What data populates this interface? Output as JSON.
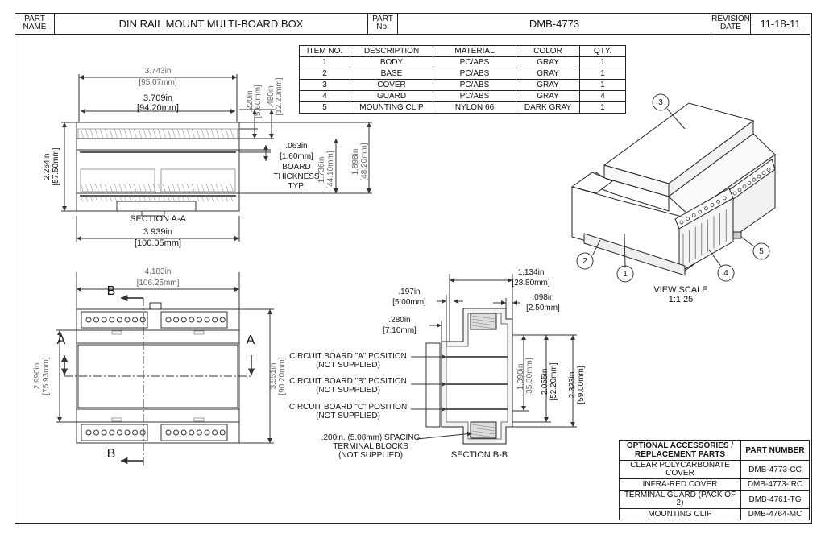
{
  "header": {
    "part_name_label": "PART NAME",
    "part_name": "DIN RAIL MOUNT MULTI-BOARD BOX",
    "part_no_label": "PART No.",
    "part_no": "DMB-4773",
    "revision_label": "REVISION DATE",
    "revision_date": "11-18-11"
  },
  "bom": {
    "columns": [
      "ITEM NO.",
      "DESCRIPTION",
      "MATERIAL",
      "COLOR",
      "QTY."
    ],
    "rows": [
      [
        "1",
        "BODY",
        "PC/ABS",
        "GRAY",
        "1"
      ],
      [
        "2",
        "BASE",
        "PC/ABS",
        "GRAY",
        "1"
      ],
      [
        "3",
        "COVER",
        "PC/ABS",
        "GRAY",
        "1"
      ],
      [
        "4",
        "GUARD",
        "PC/ABS",
        "GRAY",
        "4"
      ],
      [
        "5",
        "MOUNTING CLIP",
        "NYLON 66",
        "DARK GRAY",
        "1"
      ]
    ]
  },
  "section_aa": {
    "label": "SECTION A-A",
    "dims": {
      "w_outer_in": "3.743in",
      "w_outer_mm": "[95.07mm]",
      "w_inner_in": "3.709in",
      "w_inner_mm": "[94.20mm]",
      "h_top_in": ".220in",
      "h_top_mm": "[5.60mm]",
      "h_top2_in": ".480in",
      "h_top2_mm": "[12.20mm]",
      "h_total_in": "2.264in",
      "h_total_mm": "[57.50mm]",
      "board_in": ".063in",
      "board_mm": "[1.60mm]",
      "board_note": "BOARD THICKNESS TYP.",
      "h_mid_in": "1.736in",
      "h_mid_mm": "[44.10mm]",
      "h_high_in": "1.898in",
      "h_high_mm": "[48.20mm]",
      "w_base_in": "3.939in",
      "w_base_mm": "[100.05mm]"
    }
  },
  "front_view": {
    "dims": {
      "w_in": "4.183in",
      "w_mm": "[106.25mm]",
      "h_in": "2.990in",
      "h_mm": "[75.93mm]",
      "h2_in": "3.551in",
      "h2_mm": "[90.20mm]"
    },
    "markers": {
      "a_left": "A",
      "a_right": "A",
      "b_top": "B",
      "b_bottom": "B"
    }
  },
  "section_bb": {
    "label": "SECTION B-B",
    "dims": {
      "d1_in": ".197in",
      "d1_mm": "[5.00mm]",
      "d2_in": ".280in",
      "d2_mm": "[7.10mm]",
      "d3_in": "1.134in",
      "d3_mm": "[28.80mm]",
      "d4_in": ".098in",
      "d4_mm": "[2.50mm]",
      "d5_in": "1.390in",
      "d5_mm": "[35.30mm]",
      "d6_in": "2.055in",
      "d6_mm": "[52.20mm]",
      "d7_in": "2.323in",
      "d7_mm": "[59.00mm]"
    },
    "notes": {
      "board_a": "CIRCUIT BOARD \"A\" POSITION",
      "board_b": "CIRCUIT BOARD \"B\" POSITION",
      "board_c": "CIRCUIT BOARD \"C\" POSITION",
      "not_supplied": "(NOT SUPPLIED)",
      "spacing": ".200in. (5.08mm) SPACING",
      "terminal": "TERMINAL BLOCKS"
    }
  },
  "iso_view": {
    "label": "VIEW SCALE",
    "scale": "1:1.25",
    "balloons": [
      "1",
      "2",
      "3",
      "4",
      "5"
    ]
  },
  "accessories": {
    "col1": "OPTIONAL ACCESSORIES / REPLACEMENT PARTS",
    "col2": "PART NUMBER",
    "rows": [
      [
        "CLEAR POLYCARBONATE COVER",
        "DMB-4773-CC"
      ],
      [
        "INFRA-RED COVER",
        "DMB-4773-IRC"
      ],
      [
        "TERMINAL GUARD (PACK OF 2)",
        "DMB-4761-TG"
      ],
      [
        "MOUNTING CLIP",
        "DMB-4764-MC"
      ]
    ]
  }
}
